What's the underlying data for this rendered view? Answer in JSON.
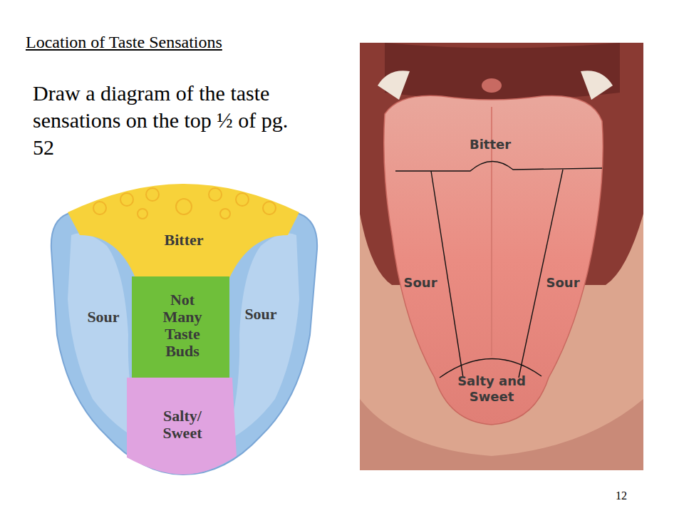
{
  "diagram": {
    "title": "Location of Taste Sensations",
    "nodes": [
      {
        "text": [
          "Bitter"
        ]
      },
      {
        "text": [
          "Sour"
        ]
      },
      {
        "text": [
          "Not Many Taste Buds"
        ]
      },
      {
        "text": [
          "Sour"
        ]
      },
      {
        "text": [
          "Salty/ Sweet"
        ]
      },
      {
        "text": [
          "Bitter"
        ]
      },
      {
        "text": [
          "Sour"
        ]
      },
      {
        "text": [
          "Sour"
        ]
      },
      {
        "text": [
          "Salty and Sweet"
        ]
      }
    ],
    "labels": [
      "Draw a diagram of the taste sensations on the top ½ of pg. 52",
      "12"
    ]
  }
}
